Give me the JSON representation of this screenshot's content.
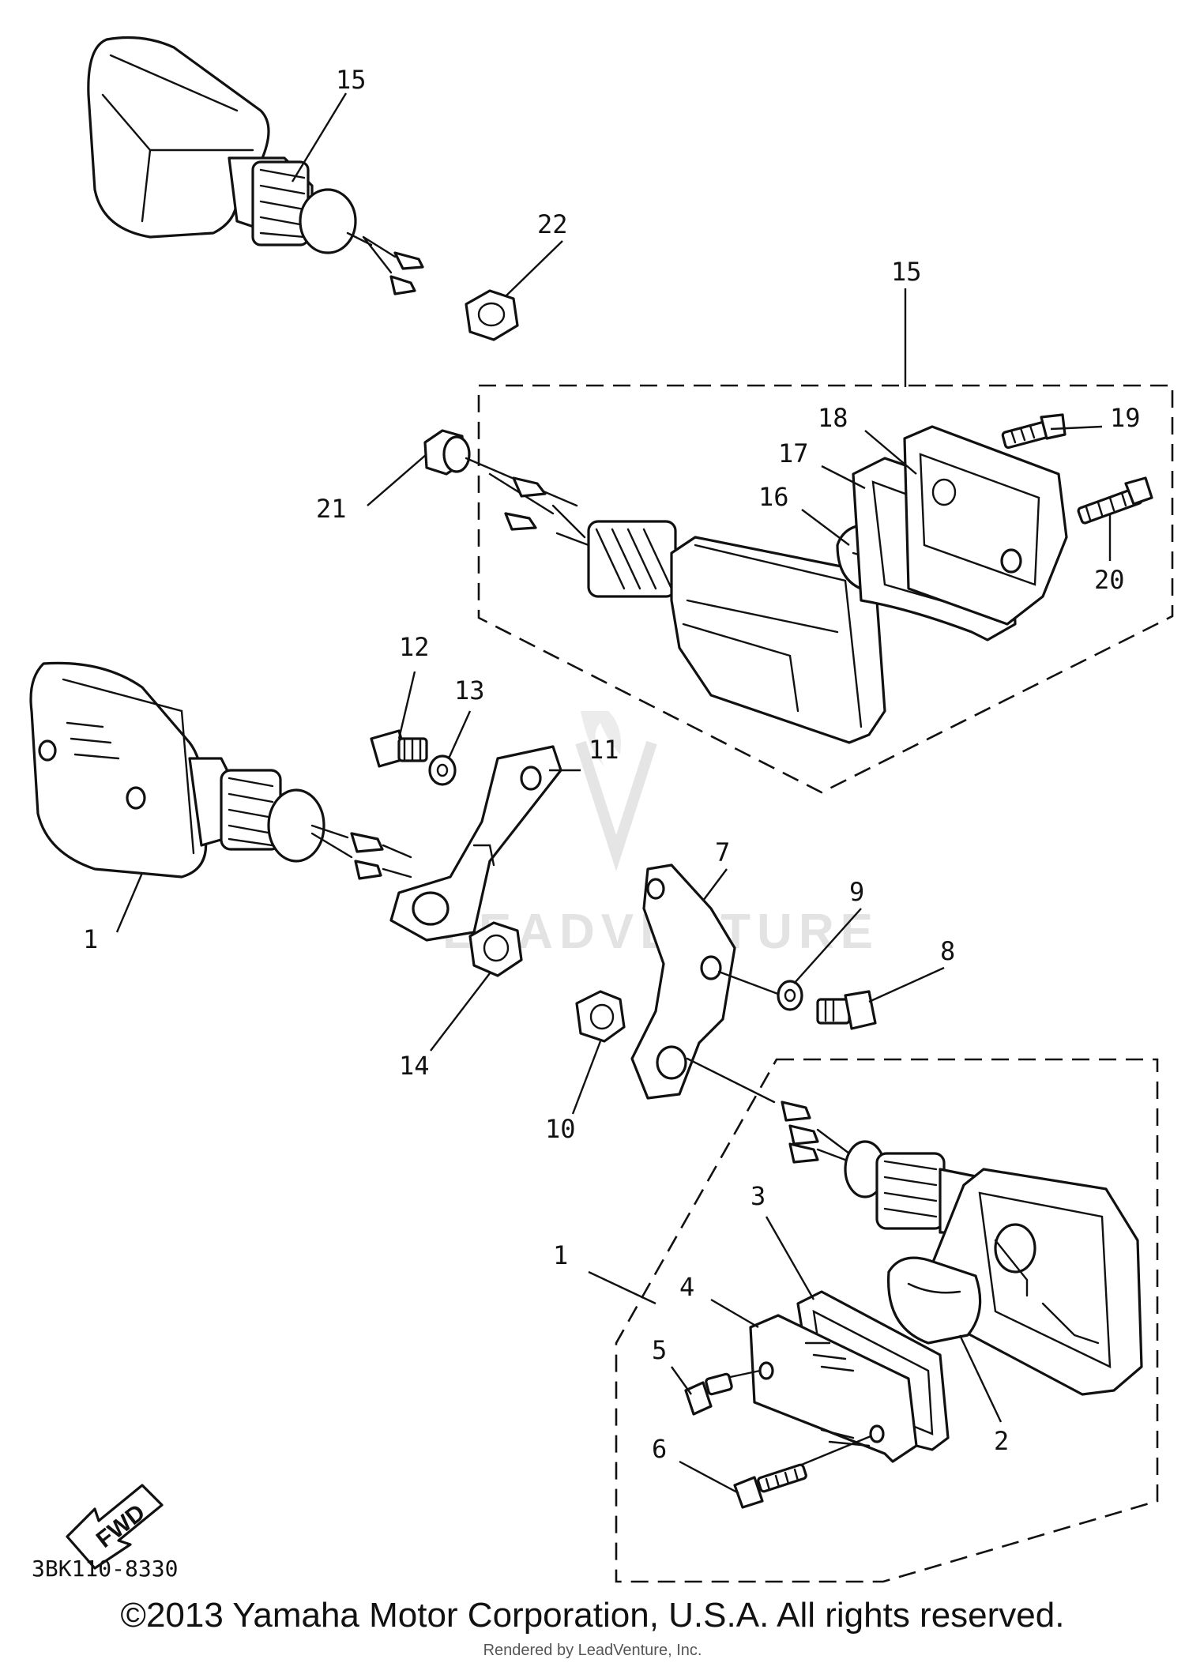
{
  "callouts": {
    "c1a": "1",
    "c1b": "1",
    "c2": "2",
    "c3": "3",
    "c4": "4",
    "c5": "5",
    "c6": "6",
    "c7": "7",
    "c8": "8",
    "c9": "9",
    "c10": "10",
    "c11": "11",
    "c12": "12",
    "c13": "13",
    "c14": "14",
    "c15a": "15",
    "c15b": "15",
    "c16": "16",
    "c17": "17",
    "c18": "18",
    "c19": "19",
    "c20": "20",
    "c21": "21",
    "c22": "22"
  },
  "diagram_code": "3BK110-8330",
  "fwd_label": "FWD",
  "watermark": "LEADVENTURE",
  "copyright": "©2013 Yamaha Motor Corporation, U.S.A. All rights reserved.",
  "render_credit": "Rendered by LeadVenture, Inc."
}
